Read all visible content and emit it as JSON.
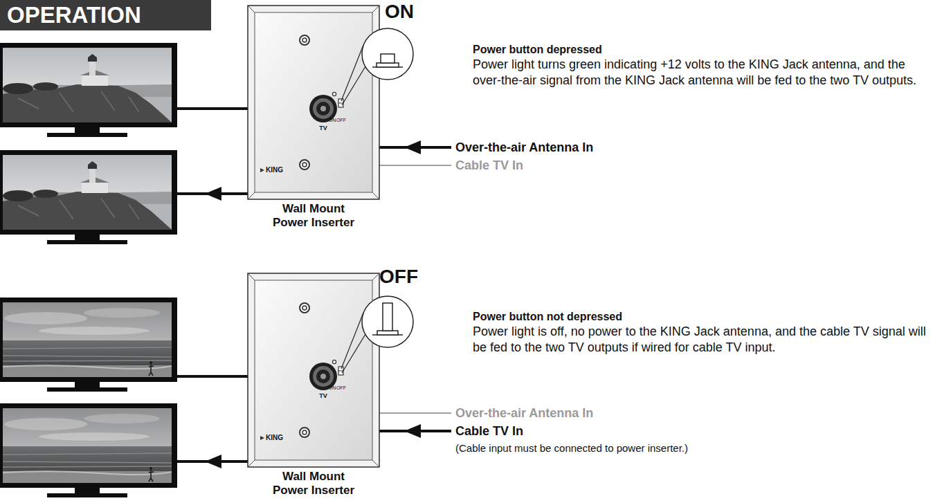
{
  "diagram": {
    "title": "OPERATION",
    "nodes": [
      {
        "text": [
          "TV",
          "ON",
          "OFF",
          "KING",
          "Wall Mount Power Inserter"
        ]
      },
      {
        "text": [
          "TV",
          "ON",
          "OFF",
          "KING",
          "Wall Mount Power Inserter"
        ]
      }
    ],
    "labels": [
      "ON",
      "Power button depressed",
      "Power light turns green indicating +12 volts to the KING Jack antenna, and the over-the-air signal from the KING Jack antenna will be fed to the two TV outputs.",
      "Over-the-air Antenna In",
      "Cable TV In",
      "OFF",
      "Power button not depressed",
      "Power light is off, no power to the KING Jack antenna, and the cable TV signal will be fed to the two TV outputs if wired for cable TV input.",
      "Over-the-air Antenna In",
      "Cable TV In",
      "(Cable input must be connected to power inserter.)"
    ]
  }
}
